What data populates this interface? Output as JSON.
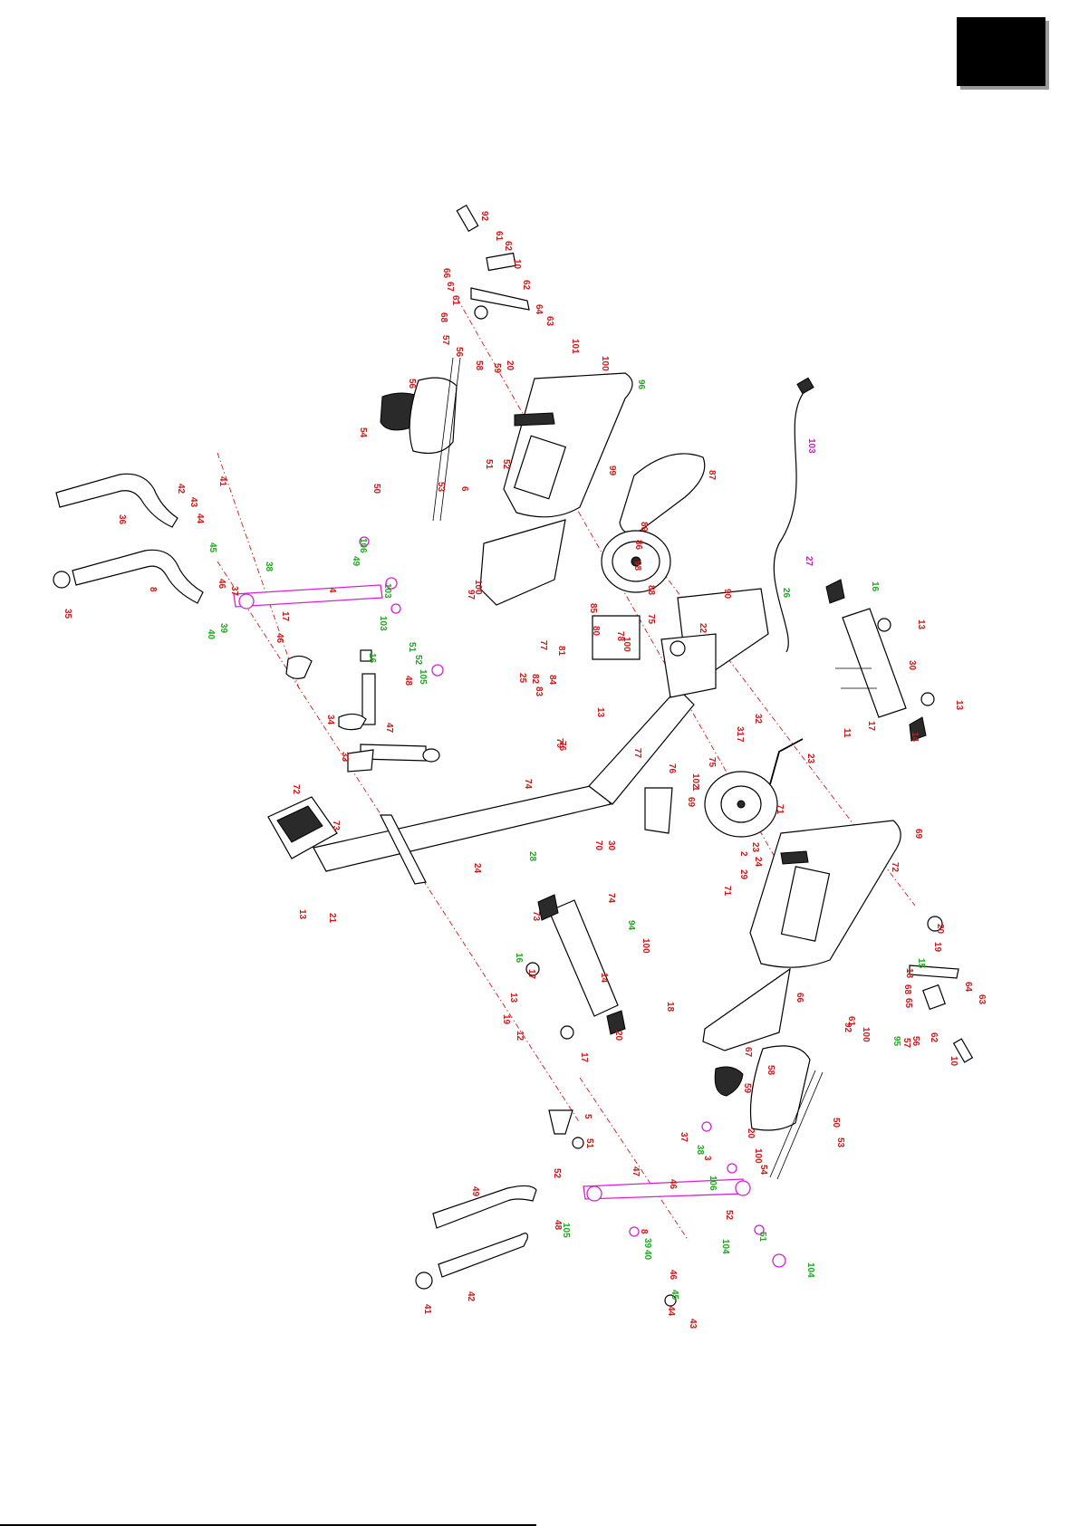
{
  "corner_tab": {
    "color": "#000000"
  },
  "colors": {
    "label_red": "#d01818",
    "label_green": "#1fa81f",
    "label_magenta": "#c21fc2",
    "assembly_pink": "#d61fd6",
    "centerline": "#d01818"
  },
  "labels": [
    {
      "t": "92",
      "c": "red"
    },
    {
      "t": "61",
      "c": "red"
    },
    {
      "t": "62",
      "c": "red"
    },
    {
      "t": "10",
      "c": "red"
    },
    {
      "t": "66",
      "c": "red"
    },
    {
      "t": "67",
      "c": "red"
    },
    {
      "t": "62",
      "c": "red"
    },
    {
      "t": "61",
      "c": "red"
    },
    {
      "t": "64",
      "c": "red"
    },
    {
      "t": "63",
      "c": "red"
    },
    {
      "t": "68",
      "c": "red"
    },
    {
      "t": "57",
      "c": "red"
    },
    {
      "t": "56",
      "c": "red"
    },
    {
      "t": "58",
      "c": "red"
    },
    {
      "t": "59",
      "c": "red"
    },
    {
      "t": "20",
      "c": "red"
    },
    {
      "t": "101",
      "c": "red"
    },
    {
      "t": "100",
      "c": "red"
    },
    {
      "t": "96",
      "c": "green"
    },
    {
      "t": "56",
      "c": "red"
    },
    {
      "t": "54",
      "c": "red"
    },
    {
      "t": "53",
      "c": "red"
    },
    {
      "t": "50",
      "c": "red"
    },
    {
      "t": "51",
      "c": "red"
    },
    {
      "t": "52",
      "c": "red"
    },
    {
      "t": "6",
      "c": "red"
    },
    {
      "t": "99",
      "c": "red"
    },
    {
      "t": "103",
      "c": "mag"
    },
    {
      "t": "87",
      "c": "red"
    },
    {
      "t": "36",
      "c": "red"
    },
    {
      "t": "41",
      "c": "red"
    },
    {
      "t": "42",
      "c": "red"
    },
    {
      "t": "43",
      "c": "red"
    },
    {
      "t": "44",
      "c": "red"
    },
    {
      "t": "45",
      "c": "green"
    },
    {
      "t": "46",
      "c": "red"
    },
    {
      "t": "38",
      "c": "green"
    },
    {
      "t": "8",
      "c": "red"
    },
    {
      "t": "35",
      "c": "red"
    },
    {
      "t": "37",
      "c": "red"
    },
    {
      "t": "39",
      "c": "green"
    },
    {
      "t": "40",
      "c": "green"
    },
    {
      "t": "46",
      "c": "red"
    },
    {
      "t": "106",
      "c": "green"
    },
    {
      "t": "49",
      "c": "green"
    },
    {
      "t": "4",
      "c": "red"
    },
    {
      "t": "103",
      "c": "green"
    },
    {
      "t": "103",
      "c": "green"
    },
    {
      "t": "51",
      "c": "green"
    },
    {
      "t": "52",
      "c": "green"
    },
    {
      "t": "105",
      "c": "green"
    },
    {
      "t": "48",
      "c": "red"
    },
    {
      "t": "100",
      "c": "red"
    },
    {
      "t": "97",
      "c": "red"
    },
    {
      "t": "98",
      "c": "red"
    },
    {
      "t": "88",
      "c": "red"
    },
    {
      "t": "86",
      "c": "red"
    },
    {
      "t": "89",
      "c": "red"
    },
    {
      "t": "85",
      "c": "red"
    },
    {
      "t": "75",
      "c": "red"
    },
    {
      "t": "27",
      "c": "mag"
    },
    {
      "t": "26",
      "c": "green"
    },
    {
      "t": "16",
      "c": "green"
    },
    {
      "t": "90",
      "c": "red"
    },
    {
      "t": "22",
      "c": "red"
    },
    {
      "t": "77",
      "c": "red"
    },
    {
      "t": "81",
      "c": "red"
    },
    {
      "t": "80",
      "c": "red"
    },
    {
      "t": "78",
      "c": "red"
    },
    {
      "t": "100",
      "c": "red"
    },
    {
      "t": "25",
      "c": "red"
    },
    {
      "t": "82",
      "c": "red"
    },
    {
      "t": "83",
      "c": "red"
    },
    {
      "t": "84",
      "c": "red"
    },
    {
      "t": "13",
      "c": "red"
    },
    {
      "t": "79",
      "c": "red"
    },
    {
      "t": "76",
      "c": "red"
    },
    {
      "t": "13",
      "c": "red"
    },
    {
      "t": "30",
      "c": "red"
    },
    {
      "t": "17",
      "c": "red"
    },
    {
      "t": "11",
      "c": "red"
    },
    {
      "t": "13",
      "c": "red"
    },
    {
      "t": "14",
      "c": "red"
    },
    {
      "t": "17",
      "c": "red"
    },
    {
      "t": "16",
      "c": "green"
    },
    {
      "t": "47",
      "c": "red"
    },
    {
      "t": "34",
      "c": "red"
    },
    {
      "t": "33",
      "c": "red"
    },
    {
      "t": "32",
      "c": "red"
    },
    {
      "t": "31",
      "c": "red"
    },
    {
      "t": "7",
      "c": "red"
    },
    {
      "t": "23",
      "c": "red"
    },
    {
      "t": "77",
      "c": "red"
    },
    {
      "t": "76",
      "c": "red"
    },
    {
      "t": "75",
      "c": "red"
    },
    {
      "t": "102",
      "c": "red"
    },
    {
      "t": "1",
      "c": "red"
    },
    {
      "t": "69",
      "c": "red"
    },
    {
      "t": "71",
      "c": "red"
    },
    {
      "t": "72",
      "c": "red"
    },
    {
      "t": "73",
      "c": "red"
    },
    {
      "t": "74",
      "c": "red"
    },
    {
      "t": "70",
      "c": "red"
    },
    {
      "t": "30",
      "c": "red"
    },
    {
      "t": "28",
      "c": "green"
    },
    {
      "t": "24",
      "c": "red"
    },
    {
      "t": "13",
      "c": "red"
    },
    {
      "t": "21",
      "c": "red"
    },
    {
      "t": "23",
      "c": "red"
    },
    {
      "t": "2",
      "c": "red"
    },
    {
      "t": "24",
      "c": "red"
    },
    {
      "t": "29",
      "c": "red"
    },
    {
      "t": "71",
      "c": "red"
    },
    {
      "t": "69",
      "c": "red"
    },
    {
      "t": "72",
      "c": "red"
    },
    {
      "t": "73",
      "c": "red"
    },
    {
      "t": "74",
      "c": "red"
    },
    {
      "t": "94",
      "c": "green"
    },
    {
      "t": "100",
      "c": "red"
    },
    {
      "t": "16",
      "c": "green"
    },
    {
      "t": "17",
      "c": "red"
    },
    {
      "t": "14",
      "c": "red"
    },
    {
      "t": "13",
      "c": "red"
    },
    {
      "t": "18",
      "c": "red"
    },
    {
      "t": "19",
      "c": "red"
    },
    {
      "t": "12",
      "c": "red"
    },
    {
      "t": "20",
      "c": "red"
    },
    {
      "t": "17",
      "c": "red"
    },
    {
      "t": "20",
      "c": "red"
    },
    {
      "t": "19",
      "c": "red"
    },
    {
      "t": "15",
      "c": "green"
    },
    {
      "t": "18",
      "c": "red"
    },
    {
      "t": "68",
      "c": "red"
    },
    {
      "t": "65",
      "c": "red"
    },
    {
      "t": "64",
      "c": "red"
    },
    {
      "t": "63",
      "c": "red"
    },
    {
      "t": "62",
      "c": "red"
    },
    {
      "t": "10",
      "c": "red"
    },
    {
      "t": "67",
      "c": "red"
    },
    {
      "t": "66",
      "c": "red"
    },
    {
      "t": "61",
      "c": "red"
    },
    {
      "t": "92",
      "c": "red"
    },
    {
      "t": "100",
      "c": "red"
    },
    {
      "t": "95",
      "c": "green"
    },
    {
      "t": "57",
      "c": "red"
    },
    {
      "t": "56",
      "c": "red"
    },
    {
      "t": "58",
      "c": "red"
    },
    {
      "t": "59",
      "c": "red"
    },
    {
      "t": "20",
      "c": "red"
    },
    {
      "t": "100",
      "c": "red"
    },
    {
      "t": "54",
      "c": "red"
    },
    {
      "t": "50",
      "c": "red"
    },
    {
      "t": "53",
      "c": "red"
    },
    {
      "t": "5",
      "c": "red"
    },
    {
      "t": "51",
      "c": "red"
    },
    {
      "t": "52",
      "c": "red"
    },
    {
      "t": "47",
      "c": "red"
    },
    {
      "t": "46",
      "c": "red"
    },
    {
      "t": "37",
      "c": "red"
    },
    {
      "t": "38",
      "c": "green"
    },
    {
      "t": "3",
      "c": "red"
    },
    {
      "t": "106",
      "c": "green"
    },
    {
      "t": "52",
      "c": "red"
    },
    {
      "t": "51",
      "c": "green"
    },
    {
      "t": "104",
      "c": "green"
    },
    {
      "t": "104",
      "c": "green"
    },
    {
      "t": "49",
      "c": "red"
    },
    {
      "t": "48",
      "c": "red"
    },
    {
      "t": "105",
      "c": "green"
    },
    {
      "t": "8",
      "c": "red"
    },
    {
      "t": "39",
      "c": "green"
    },
    {
      "t": "40",
      "c": "green"
    },
    {
      "t": "46",
      "c": "red"
    },
    {
      "t": "45",
      "c": "green"
    },
    {
      "t": "44",
      "c": "red"
    },
    {
      "t": "43",
      "c": "red"
    },
    {
      "t": "42",
      "c": "red"
    },
    {
      "t": "41",
      "c": "red"
    },
    {
      "t": "36",
      "c": "red"
    },
    {
      "t": "35",
      "c": "red"
    }
  ]
}
